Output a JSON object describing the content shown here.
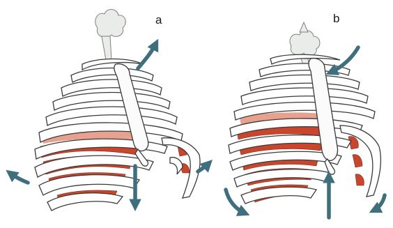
{
  "figure": {
    "panels": [
      {
        "id": "a",
        "label": "a"
      },
      {
        "id": "b",
        "label": "b"
      }
    ],
    "colors": {
      "muscle": "#c9452c",
      "bone": "#ffffff",
      "outline": "#3a3a3a",
      "arrow": "#3f6f7c",
      "air": "#e9ece9"
    }
  }
}
